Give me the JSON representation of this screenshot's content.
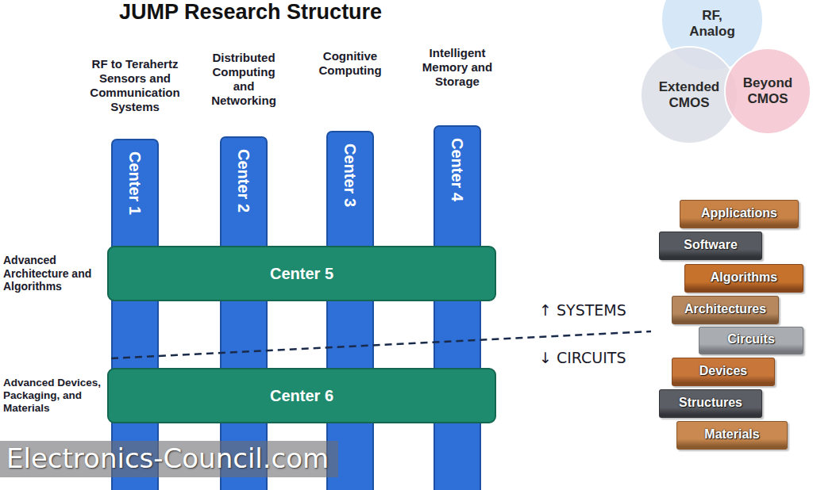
{
  "diagram": {
    "title": "JUMP Research Structure",
    "nodes": [
      {
        "text": [
          "RF to Terahertz Sensors and Communication Systems",
          "Center 1"
        ]
      },
      {
        "text": [
          "Distributed Computing and Networking",
          "Center 2"
        ]
      },
      {
        "text": [
          "Cognitive Computing",
          "Center 3"
        ]
      },
      {
        "text": [
          "Intelligent Memory and Storage",
          "Center 4"
        ]
      },
      {
        "text": [
          "Advanced Architecture and Algorithms",
          "Center 5"
        ]
      },
      {
        "text": [
          "Advanced Devices, Packaging, and Materials",
          "Center 6"
        ]
      },
      {
        "text": [
          "RF, Analog"
        ]
      },
      {
        "text": [
          "Extended CMOS"
        ]
      },
      {
        "text": [
          "Beyond CMOS"
        ]
      },
      {
        "text": [
          "Applications"
        ]
      },
      {
        "text": [
          "Software"
        ]
      },
      {
        "text": [
          "Algorithms"
        ]
      },
      {
        "text": [
          "Architectures"
        ]
      },
      {
        "text": [
          "Circuits"
        ]
      },
      {
        "text": [
          "Devices"
        ]
      },
      {
        "text": [
          "Structures"
        ]
      },
      {
        "text": [
          "Materials"
        ]
      }
    ],
    "labels": [
      "↑ SYSTEMS",
      "↓ CIRCUITS",
      "Electronics-Council.com"
    ]
  }
}
